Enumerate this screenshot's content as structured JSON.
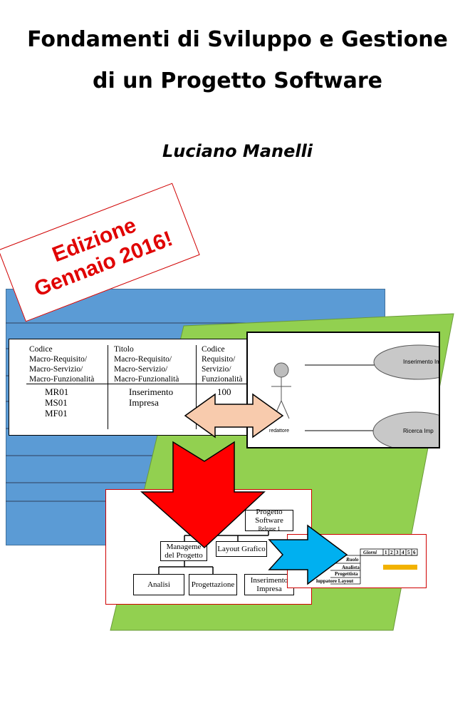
{
  "cover": {
    "title_line1": "Fondamenti di Sviluppo e Gestione",
    "title_line2": "di un Progetto Software",
    "author": "Luciano Manelli",
    "edition_line1": "Edizione",
    "edition_line2": "Gennaio 2016!"
  },
  "requirements_table": {
    "header_col1": [
      "Codice",
      "Macro-Requisito/",
      "Macro-Servizio/",
      "Macro-Funzionalità"
    ],
    "header_col2": [
      "Titolo",
      "Macro-Requisito/",
      "Macro-Servizio/",
      "Macro-Funzionalità"
    ],
    "header_col3": [
      "Codice",
      "Requisito/",
      "Servizio/",
      "Funzionalità"
    ],
    "row_codes": [
      "MR01",
      "MS01",
      "MF01"
    ],
    "row_title": [
      "Inserimento",
      "Impresa"
    ],
    "row_code": "100"
  },
  "use_case": {
    "usecase1": "Inserimento Im",
    "usecase2": "Ricerca Imp",
    "actor": "redattore"
  },
  "wbs": {
    "root_line1": "Progetto Software",
    "root_line2": "Release 1",
    "node_management": [
      "Manageme",
      "del Progetto"
    ],
    "node_layout": "Layout Grafico",
    "node_analisi": "Analisi",
    "node_progettazione": "Progettazione",
    "node_inserimento": [
      "Inserimento",
      "Impresa"
    ]
  },
  "gantt": {
    "days_label": "Giorni",
    "days": [
      "1",
      "2",
      "3",
      "4",
      "5",
      "6"
    ],
    "role_label": "Ruolo",
    "roles": [
      "Analista",
      "Progettista",
      "luppatore Layout"
    ],
    "bar_color": "#f2b200"
  },
  "colors": {
    "blue_panel": "#5b9bd5",
    "green_panel": "#92d050",
    "red_arrow": "#ff0000",
    "peach_arrow": "#f8cbad",
    "cyan_arrow": "#00b0f0",
    "stamp_red": "#e00000"
  }
}
